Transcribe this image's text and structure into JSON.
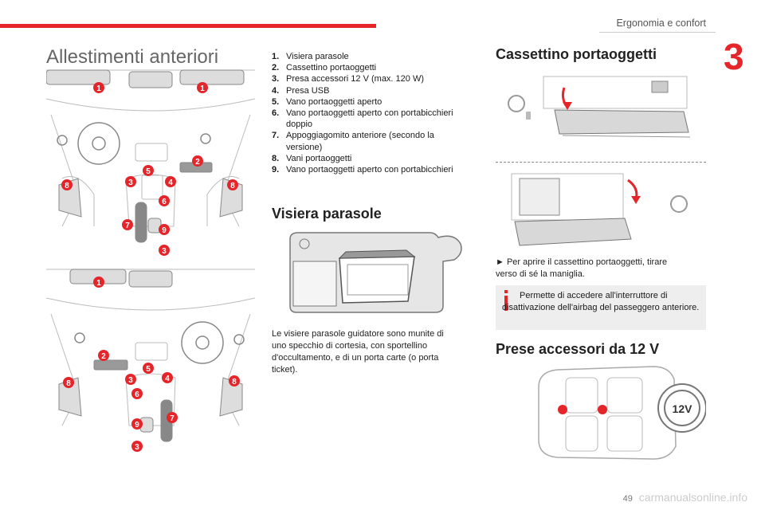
{
  "header": {
    "chapter_title": "Ergonomia e confort",
    "chapter_number": "3"
  },
  "section_title": "Allestimenti anteriori",
  "items": [
    {
      "num": "1.",
      "text": "Visiera parasole"
    },
    {
      "num": "2.",
      "text": "Cassettino portaoggetti"
    },
    {
      "num": "3.",
      "text": "Presa accessori 12 V (max. 120 W)"
    },
    {
      "num": "4.",
      "text": "Presa USB"
    },
    {
      "num": "5.",
      "text": "Vano portaoggetti aperto"
    },
    {
      "num": "6.",
      "text": "Vano portaoggetti aperto con portabicchieri doppio"
    },
    {
      "num": "7.",
      "text": "Appoggiagomito anteriore (secondo la versione)"
    },
    {
      "num": "8.",
      "text": "Vani portaoggetti"
    },
    {
      "num": "9.",
      "text": "Vano portaoggetti aperto con portabicchieri"
    }
  ],
  "visiera": {
    "title": "Visiera parasole",
    "text": "Le visiere parasole guidatore sono munite di uno specchio di cortesia, con sportellino d'occultamento, e di un porta carte (o porta ticket)."
  },
  "cassettino": {
    "title": "Cassettino portaoggetti",
    "instruction": "► Per aprire il cassettino portaoggetti, tirare verso di sé la maniglia.",
    "info": "Permette di accedere all'interruttore di disattivazione dell'airbag del passeggero anteriore."
  },
  "prese": {
    "title": "Prese accessori da 12 V",
    "socket_label": "12V"
  },
  "diagram_badges_top": [
    "1",
    "1",
    "2",
    "5",
    "3",
    "4",
    "6",
    "8",
    "8",
    "7",
    "9",
    "3"
  ],
  "diagram_badges_bottom": [
    "1",
    "2",
    "5",
    "3",
    "4",
    "6",
    "8",
    "8",
    "7",
    "9",
    "3"
  ],
  "footer": {
    "page": "49",
    "watermark": "carmanualsonline.info"
  },
  "colors": {
    "accent": "#e4252a"
  }
}
